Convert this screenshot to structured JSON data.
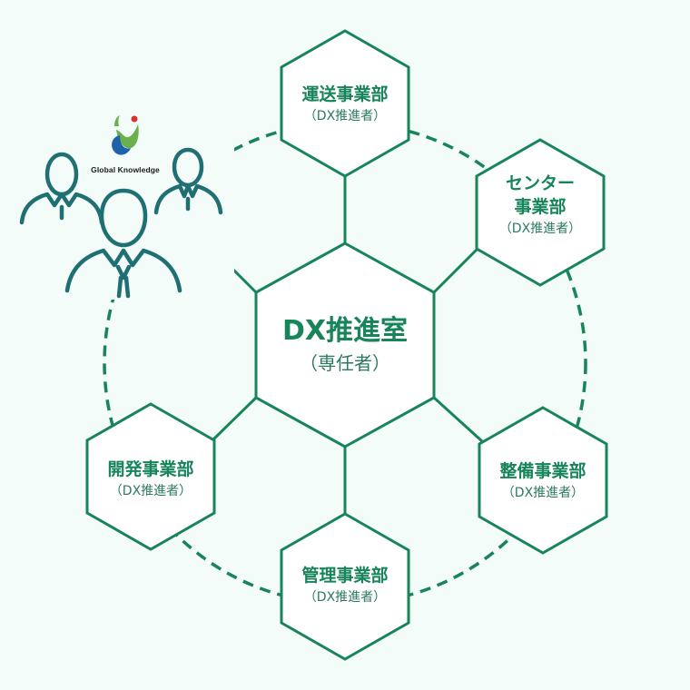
{
  "colors": {
    "background": "#f3fcf9",
    "primary_green": "#17845a",
    "icon_teal": "#1f6f73",
    "logo_blue": "#1e63a9",
    "logo_green": "#6ab04c",
    "logo_red": "#d9312b"
  },
  "logo": {
    "text": "Global Knowledge",
    "icon": "global-knowledge-logo-icon"
  },
  "people_icon": "people-group-icon",
  "center": {
    "title": "DX推進室",
    "subtitle": "（専任者）"
  },
  "departments": [
    {
      "id": "transport",
      "title_lines": [
        "運送事業部"
      ],
      "subtitle": "（DX推進者）"
    },
    {
      "id": "center",
      "title_lines": [
        "センター",
        "事業部"
      ],
      "subtitle": "（DX推進者）"
    },
    {
      "id": "maintenance",
      "title_lines": [
        "整備事業部"
      ],
      "subtitle": "（DX推進者）"
    },
    {
      "id": "management",
      "title_lines": [
        "管理事業部"
      ],
      "subtitle": "（DX推進者）"
    },
    {
      "id": "development",
      "title_lines": [
        "開発事業部"
      ],
      "subtitle": "（DX推進者）"
    }
  ]
}
